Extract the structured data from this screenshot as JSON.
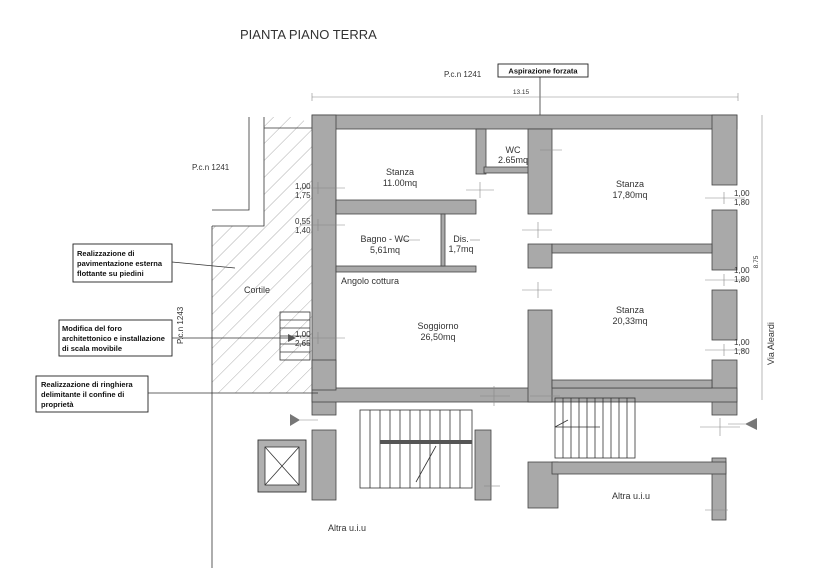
{
  "title": "PIANTA PIANO TERRA",
  "parcels": {
    "top": "P.c.n 1241",
    "left": "P.c.n 1241",
    "side": "P.c.n 1243"
  },
  "callout_aspirazione": "Aspirazione forzata",
  "dimensions": {
    "width_total": "13.15",
    "depth": "8.75"
  },
  "rooms": {
    "stanza_nw": {
      "name": "Stanza",
      "area": "11.00mq"
    },
    "wc": {
      "name": "WC",
      "area": "2.65mq"
    },
    "stanza_ne": {
      "name": "Stanza",
      "area": "17,80mq"
    },
    "bagno": {
      "name": "Bagno - WC",
      "area": "5,61mq"
    },
    "dis": {
      "name": "Dis.",
      "area": "1,7mq"
    },
    "stanza_e": {
      "name": "Stanza",
      "area": "20,33mq"
    },
    "soggiorno": {
      "name": "Soggiorno",
      "area": "26,50mq"
    },
    "angolo": "Angolo cottura",
    "cortile": "Cortile",
    "altra_sud": "Altra u.i.u",
    "altra_est": "Altra u.i.u"
  },
  "openings": {
    "w1": [
      "1,00",
      "1,75"
    ],
    "w2": [
      "0,55",
      "1,40"
    ],
    "w3": [
      "1,00",
      "2,65"
    ],
    "e1": [
      "1,00",
      "1,80"
    ],
    "e2": [
      "1,00",
      "1,80"
    ],
    "e3": [
      "1,00",
      "1,80"
    ]
  },
  "street": "Via Aleardi",
  "notes": {
    "n1": [
      "Realizzazione di",
      "pavimentazione esterna",
      "flottante su piedini"
    ],
    "n2": [
      "Modifica del foro",
      "architettonico e installazione",
      "di scala movibile"
    ],
    "n3": [
      "Realizzazione di ringhiera",
      "delimitante il confine di",
      "proprietà"
    ]
  },
  "colors": {
    "wall": "#a9a9a9",
    "line": "#333333",
    "hatch": "#999999"
  }
}
